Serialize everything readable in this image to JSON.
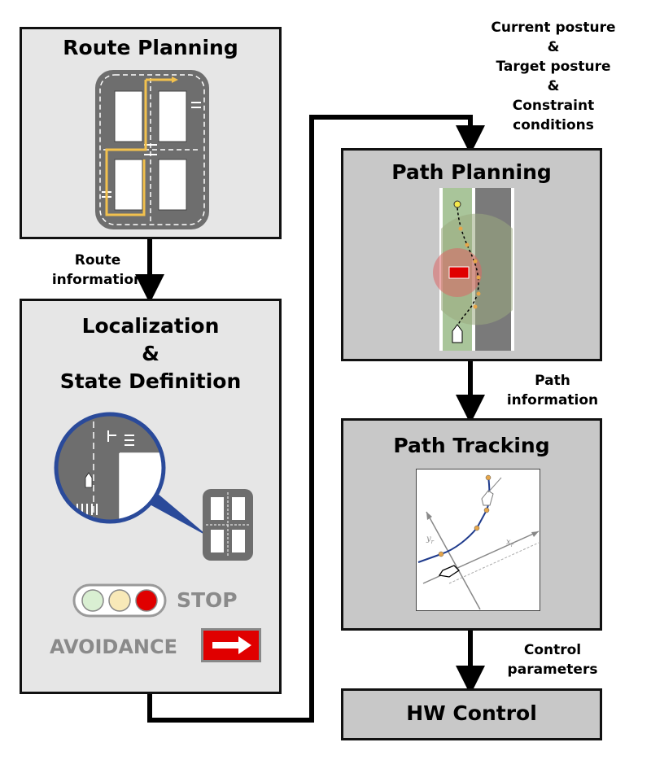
{
  "boxes": {
    "route_planning": "Route Planning",
    "localization_line1": "Localization",
    "localization_line2": "&",
    "localization_line3": "State Definition",
    "path_planning": "Path Planning",
    "path_tracking": "Path Tracking",
    "hw_control": "HW Control"
  },
  "labels": {
    "route_info_line1": "Route",
    "route_info_line2": "information",
    "input_line1": "Current posture",
    "input_line2": "&",
    "input_line3": "Target posture",
    "input_line4": "&",
    "input_line5": "Constraint",
    "input_line6": "conditions",
    "path_info_line1": "Path",
    "path_info_line2": "information",
    "control_line1": "Control",
    "control_line2": "parameters"
  },
  "status": {
    "stop": "STOP",
    "avoidance": "AVOIDANCE"
  },
  "tracking_axes": {
    "yr": "y",
    "xr": "x",
    "sub": "r"
  },
  "colors": {
    "box_light": "#e6e6e6",
    "box_dark": "#c8c8c8",
    "route_line": "#f2c14e",
    "road": "#6e6e6e",
    "magnifier": "#2a4a9a",
    "signal_red": "#e00000",
    "signal_yellow": "#f8e9b8",
    "signal_green": "#d9efd2",
    "arrow_sign": "#e00000"
  }
}
